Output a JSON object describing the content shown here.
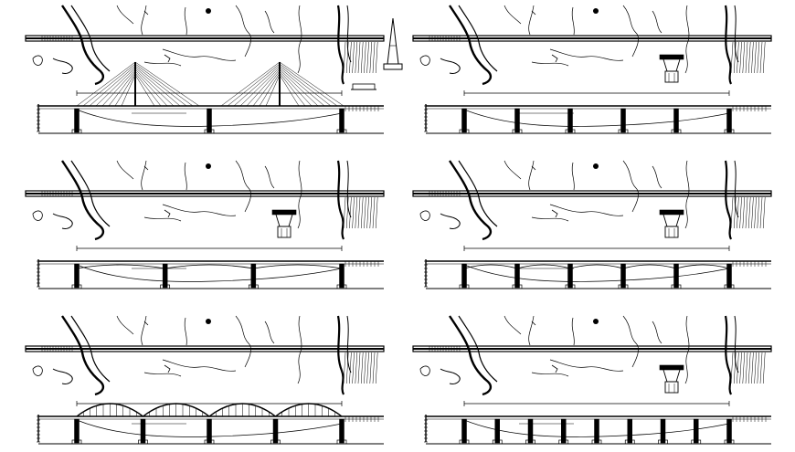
{
  "sheet": {
    "background": "#ffffff",
    "line_color": "#000000"
  },
  "panels": [
    {
      "id": "cable-stayed",
      "type": "cable-stayed",
      "spans": 2,
      "row": 0,
      "col": 0,
      "detail": "pylon"
    },
    {
      "id": "girder-5span",
      "type": "girder",
      "spans": 5,
      "row": 0,
      "col": 1,
      "detail": "pier"
    },
    {
      "id": "haunched-3span",
      "type": "haunched",
      "spans": 3,
      "row": 1,
      "col": 0,
      "detail": "pier"
    },
    {
      "id": "haunched-5span",
      "type": "haunched",
      "spans": 5,
      "row": 1,
      "col": 1,
      "detail": "pier"
    },
    {
      "id": "arch-4span",
      "type": "arch",
      "spans": 4,
      "row": 2,
      "col": 0,
      "detail": "none"
    },
    {
      "id": "girder-8span",
      "type": "girder",
      "spans": 8,
      "row": 2,
      "col": 1,
      "detail": "pier"
    }
  ]
}
